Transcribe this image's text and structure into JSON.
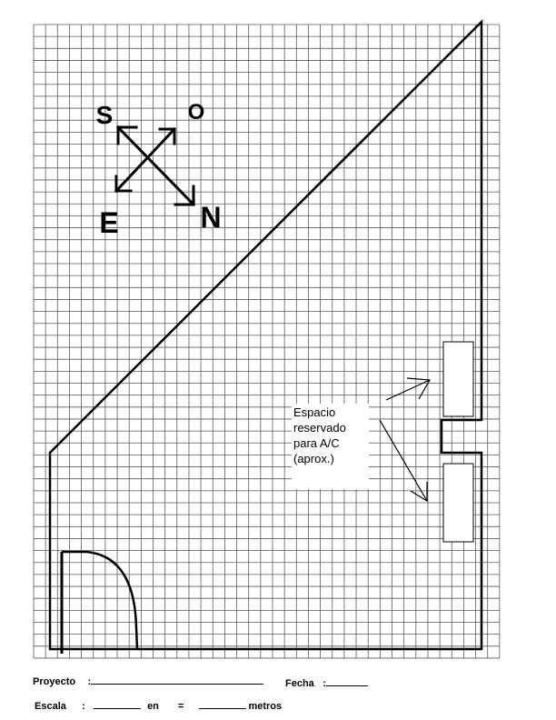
{
  "compass": {
    "south_label": "S",
    "west_label": "O",
    "east_label": "E",
    "north_label": "N"
  },
  "annotation": {
    "lines": [
      "Espacio",
      "reservado",
      "para A/C",
      "(aprox.)"
    ]
  },
  "form": {
    "project_label": "Proyecto",
    "project_colon": ":",
    "date_label": "Fecha",
    "date_colon": ":",
    "scale_label": "Escala",
    "scale_colon": ":",
    "in_text": "en",
    "equals_text": "=",
    "meters_text": "metros"
  },
  "colors": {
    "grid": "#5a5a5a",
    "ink": "#000000",
    "background": "#ffffff"
  }
}
